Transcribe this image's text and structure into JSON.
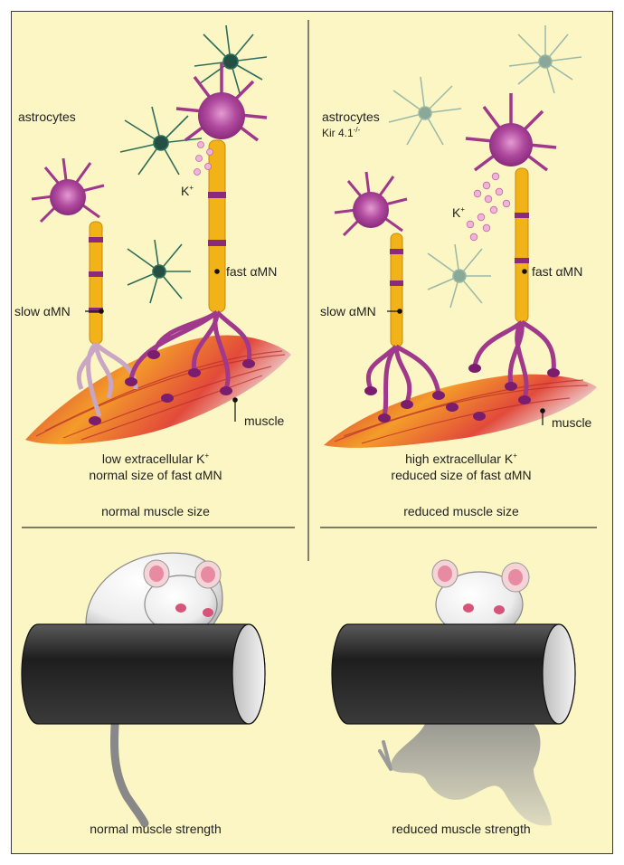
{
  "left_panel": {
    "astrocytes_label": "astrocytes",
    "k_label": "K",
    "k_sup": "+",
    "slow_label": "slow αMN",
    "fast_label": "fast αMN",
    "muscle_label": "muscle",
    "caption_line1": "low extracellular K",
    "caption_line1_sup": "+",
    "caption_line2": "normal size of fast αMN",
    "caption_line3": "normal muscle size",
    "strength_label": "normal muscle strength"
  },
  "right_panel": {
    "astrocytes_label": "astrocytes",
    "kir_label": "Kir 4.1",
    "kir_sup": "-/-",
    "k_label": "K",
    "k_sup": "+",
    "slow_label": "slow αMN",
    "fast_label": "fast αMN",
    "muscle_label": "muscle",
    "caption_line1": "high extracellular K",
    "caption_line1_sup": "+",
    "caption_line2": "reduced size of fast αMN",
    "caption_line3": "reduced muscle size",
    "strength_label": "reduced muscle strength"
  },
  "colors": {
    "background": "#fbf6c4",
    "neuron": "#a0388c",
    "axon_myelin": "#f2b318",
    "astrocyte_healthy": "#2f6e5a",
    "astrocyte_faded": "#9ab8a8",
    "muscle": "#e4503a",
    "bar": "#2a2a2a"
  }
}
